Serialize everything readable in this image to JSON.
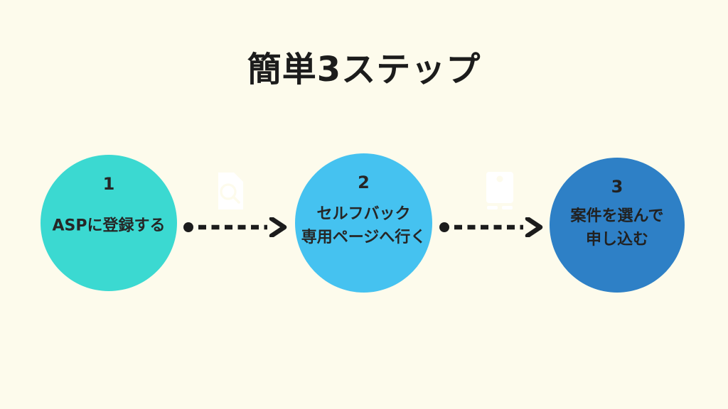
{
  "page": {
    "title": "簡単3ステップ",
    "background_color": "#FDFBEC",
    "title_color": "#1C1C1C"
  },
  "steps": [
    {
      "number": "1",
      "label": "ASPに登録する",
      "circle_color": "#3BD9D1",
      "text_color": "#262626"
    },
    {
      "number": "2",
      "label": "セルフバック\n専用ページへ行く",
      "circle_color": "#45C2F0",
      "text_color": "#262626"
    },
    {
      "number": "3",
      "label": "案件を選んで\n申し込む",
      "circle_color": "#2E80C6",
      "text_color": "#212121"
    }
  ],
  "arrows": {
    "color": "#1C1C1C"
  },
  "decorative_icons": [
    {
      "name": "document-search-icon",
      "color": "#FFFFFF"
    },
    {
      "name": "profile-card-icon",
      "color": "#FFFFFF"
    }
  ]
}
